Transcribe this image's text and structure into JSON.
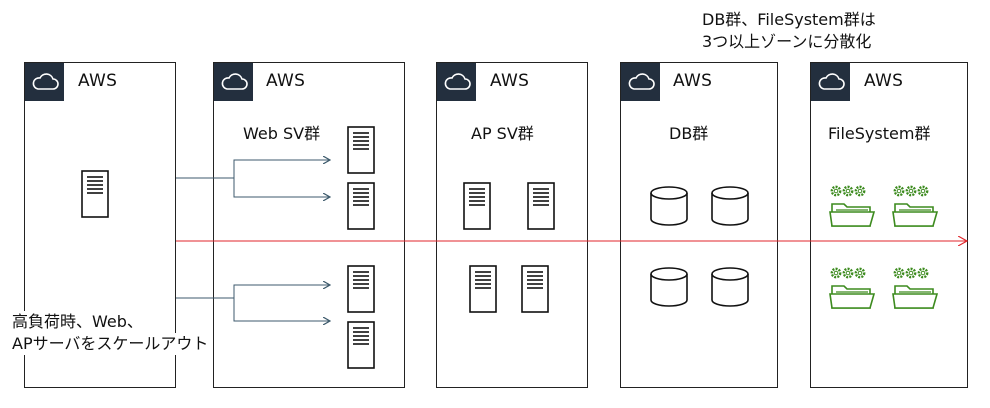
{
  "note_top": {
    "line1": "DB群、FileSystem群は",
    "line2": "3つ以上ゾーンに分散化"
  },
  "note_left": {
    "line1": "高負荷時、Web、",
    "line2": "APサーバをスケールアウト"
  },
  "panels": [
    {
      "aws": "AWS",
      "title": ""
    },
    {
      "aws": "AWS",
      "title": "Web SV群"
    },
    {
      "aws": "AWS",
      "title": "AP SV群"
    },
    {
      "aws": "AWS",
      "title": "DB群"
    },
    {
      "aws": "AWS",
      "title": "FileSystem群"
    }
  ],
  "colors": {
    "aws_badge": "#232f3e",
    "arrow_red": "#e0262b",
    "connector": "#3d5a6c",
    "folder_green": "#3d8b1f"
  },
  "icons": {
    "aws": "cloud-icon",
    "server": "server-icon",
    "db": "database-icon",
    "fs": "gear-folder-icon"
  }
}
